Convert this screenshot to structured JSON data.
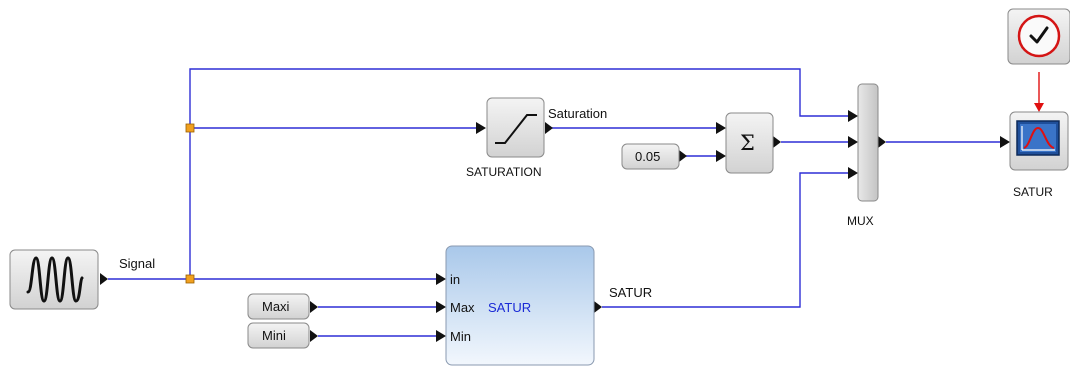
{
  "colors": {
    "wire": "#2f2fd6",
    "event_wire": "#e01010",
    "split_point": "#f0a020",
    "superblock_fill": "#c8ddf2",
    "superblock_title": "#1a2ad6",
    "scope_screen": "#2a5fb0"
  },
  "wire_labels": {
    "signal": "Signal",
    "saturation": "Saturation",
    "satur": "SATUR"
  },
  "blocks": {
    "signal_generator": {
      "icon": "sine-wave-icon"
    },
    "saturation": {
      "icon": "saturation-curve-icon",
      "label": "SATURATION"
    },
    "constant": {
      "value": "0.05"
    },
    "sum": {
      "symbol": "Σ"
    },
    "mux": {
      "label": "MUX"
    },
    "clock": {
      "icon": "clock-icon"
    },
    "scope": {
      "icon": "scope-icon",
      "label": "SATUR"
    },
    "maxi": {
      "value": "Maxi"
    },
    "mini": {
      "value": "Mini"
    },
    "superblock": {
      "title": "SATUR",
      "ports": {
        "in": "in",
        "max": "Max",
        "min": "Min"
      }
    }
  }
}
